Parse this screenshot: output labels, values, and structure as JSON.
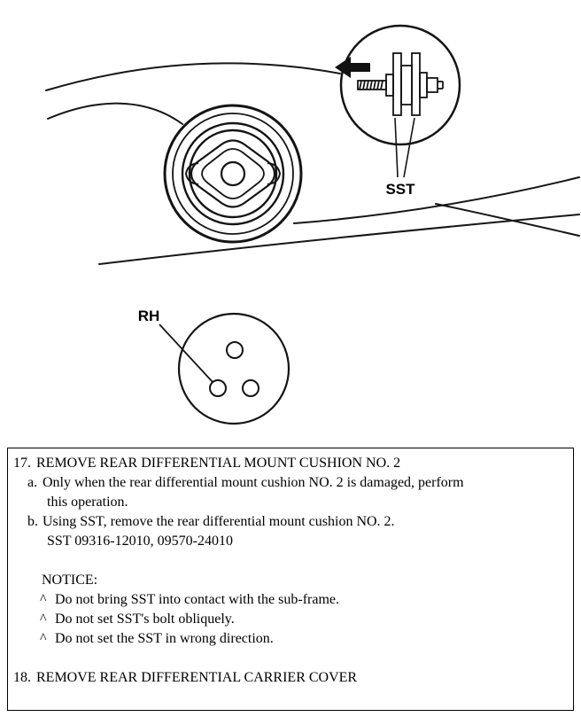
{
  "diagram": {
    "sst_label": "SST",
    "rh_label": "RH"
  },
  "procedure": {
    "step17": {
      "number": "17.",
      "heading": "REMOVE REAR DIFFERENTIAL MOUNT CUSHION NO. 2",
      "item_a": {
        "marker": "a.",
        "line1": "Only when the rear differential mount cushion NO. 2 is damaged, perform",
        "line2": "this operation."
      },
      "item_b": {
        "marker": "b.",
        "line1": "Using SST, remove the rear differential mount cushion NO. 2.",
        "line2": "SST 09316-12010, 09570-24010"
      },
      "notice_label": "NOTICE:",
      "notices": [
        {
          "bullet": "^",
          "text": "Do not bring SST into contact with the sub-frame."
        },
        {
          "bullet": "^",
          "text": "Do not set SST's bolt obliquely."
        },
        {
          "bullet": "^",
          "text": "Do not set the SST in wrong direction."
        }
      ]
    },
    "step18": {
      "number": "18.",
      "heading": "REMOVE REAR DIFFERENTIAL CARRIER COVER"
    }
  }
}
